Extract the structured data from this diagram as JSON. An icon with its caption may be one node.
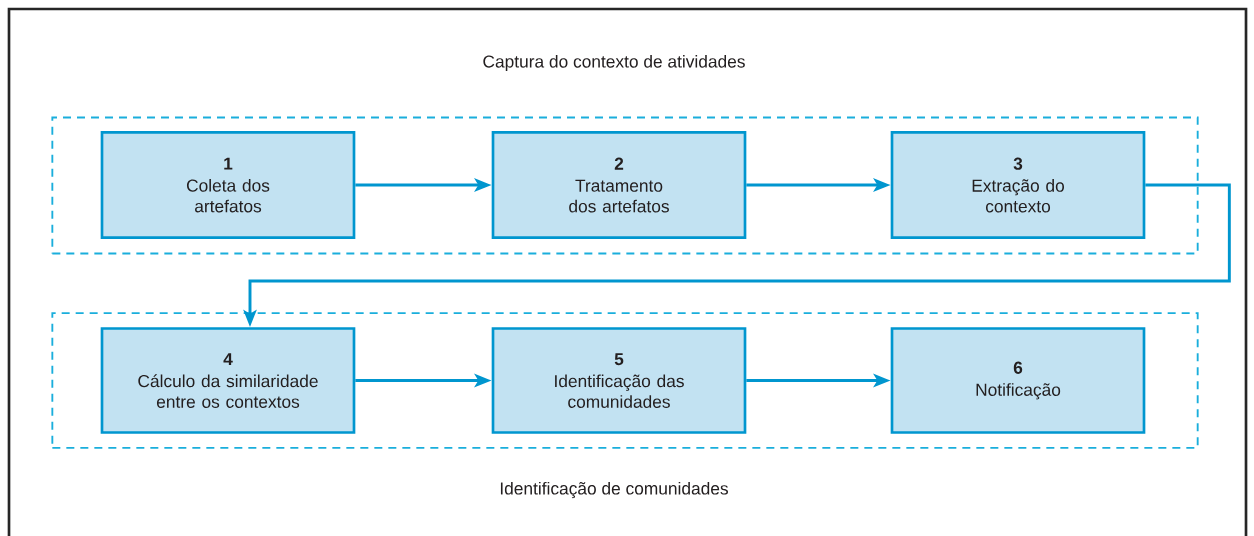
{
  "diagram": {
    "nodes": [
      {
        "text": [
          "Captura do contexto de atividades"
        ]
      },
      {
        "text": [
          "1",
          "Coleta dos artefatos"
        ],
        "in": 0
      },
      {
        "text": [
          "2",
          "Tratamento dos artefatos"
        ],
        "in": 0
      },
      {
        "text": [
          "3",
          "Extração do contexto"
        ],
        "in": 0
      },
      {
        "text": [
          "Identificação de comunidades"
        ]
      },
      {
        "text": [
          "4",
          "Cálculo da similaridade entre os contextos"
        ],
        "in": 4
      },
      {
        "text": [
          "5",
          "Identificação das comunidades"
        ],
        "in": 4
      },
      {
        "text": [
          "6",
          "Notificação"
        ],
        "in": 4
      }
    ],
    "edges": [
      {
        "from": 1,
        "to": 2,
        "arrow": "to"
      },
      {
        "from": 2,
        "to": 3,
        "arrow": "to"
      },
      {
        "from": 3,
        "to": 5,
        "arrow": "to"
      },
      {
        "from": 5,
        "to": 6,
        "arrow": "to"
      },
      {
        "from": 6,
        "to": 7,
        "arrow": "to"
      }
    ]
  }
}
